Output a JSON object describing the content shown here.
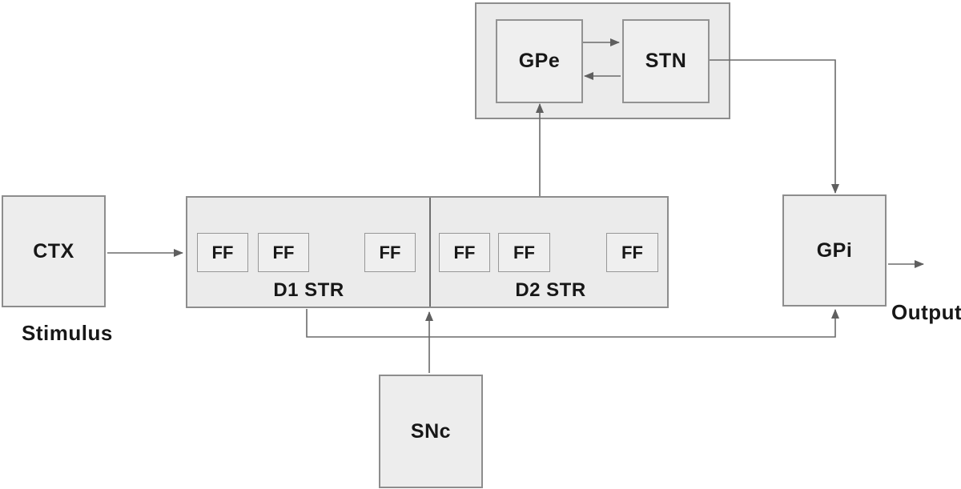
{
  "diagram": {
    "kind": "basal-ganglia-circuit",
    "colors": {
      "background": "#ffffff",
      "box_fill": "#ededed",
      "box_border": "#8d8d8d",
      "arrow": "#6b6b6b",
      "text": "#171717"
    },
    "nodes": {
      "ctx": {
        "label": "CTX"
      },
      "stimulus": {
        "label": "Stimulus"
      },
      "gpe": {
        "label": "GPe"
      },
      "stn": {
        "label": "STN"
      },
      "gpi": {
        "label": "GPi"
      },
      "output": {
        "label": "Output"
      },
      "snc": {
        "label": "SNc"
      }
    },
    "striatum": {
      "d1_label": "D1 STR",
      "d2_label": "D2 STR",
      "ff_label": "FF",
      "d1_ff_count": 3,
      "d2_ff_count": 3
    },
    "edges": [
      {
        "from": "CTX",
        "to": "D1 STR"
      },
      {
        "from": "GPe",
        "to": "STN"
      },
      {
        "from": "STN",
        "to": "GPe"
      },
      {
        "from": "D2 STR",
        "to": "GPe"
      },
      {
        "from": "STN",
        "to": "GPi"
      },
      {
        "from": "SNc",
        "to": "STR (D1/D2 boundary)"
      },
      {
        "from": "D1 STR",
        "to": "GPi"
      },
      {
        "from": "GPi",
        "to": "Output"
      }
    ]
  }
}
